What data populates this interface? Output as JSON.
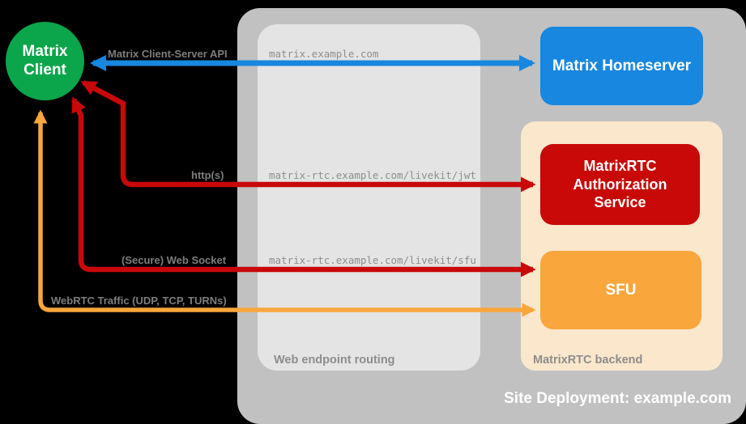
{
  "nodes": {
    "client": {
      "label": "Matrix Client",
      "color": "#0BA64B"
    },
    "homeserver": {
      "label": "Matrix Homeserver",
      "color": "#1787E0"
    },
    "auth_service": {
      "label": "MatrixRTC Authorization Service",
      "color": "#C90808"
    },
    "sfu": {
      "label": "SFU",
      "color": "#F9A63C"
    }
  },
  "containers": {
    "site_deployment": {
      "label": "Site Deployment: example.com",
      "color": "#C1C1C1"
    },
    "web_endpoint_routing": {
      "label": "Web endpoint routing",
      "color": "#E4E4E4"
    },
    "matrixrtc_backend": {
      "label": "MatrixRTC backend",
      "color": "#FBE7CC"
    }
  },
  "connections": {
    "client_server_api": {
      "label": "Matrix Client-Server API",
      "endpoint": "matrix.example.com",
      "color": "#1787E0"
    },
    "https": {
      "label": "http(s)",
      "endpoint": "matrix-rtc.example.com/livekit/jwt",
      "color": "#C90808"
    },
    "web_socket": {
      "label": "(Secure) Web Socket",
      "endpoint": "matrix-rtc.example.com/livekit/sfu",
      "color": "#C90808"
    },
    "webrtc": {
      "label": "WebRTC Traffic (UDP, TCP, TURNs)",
      "color": "#F9A63C"
    }
  }
}
